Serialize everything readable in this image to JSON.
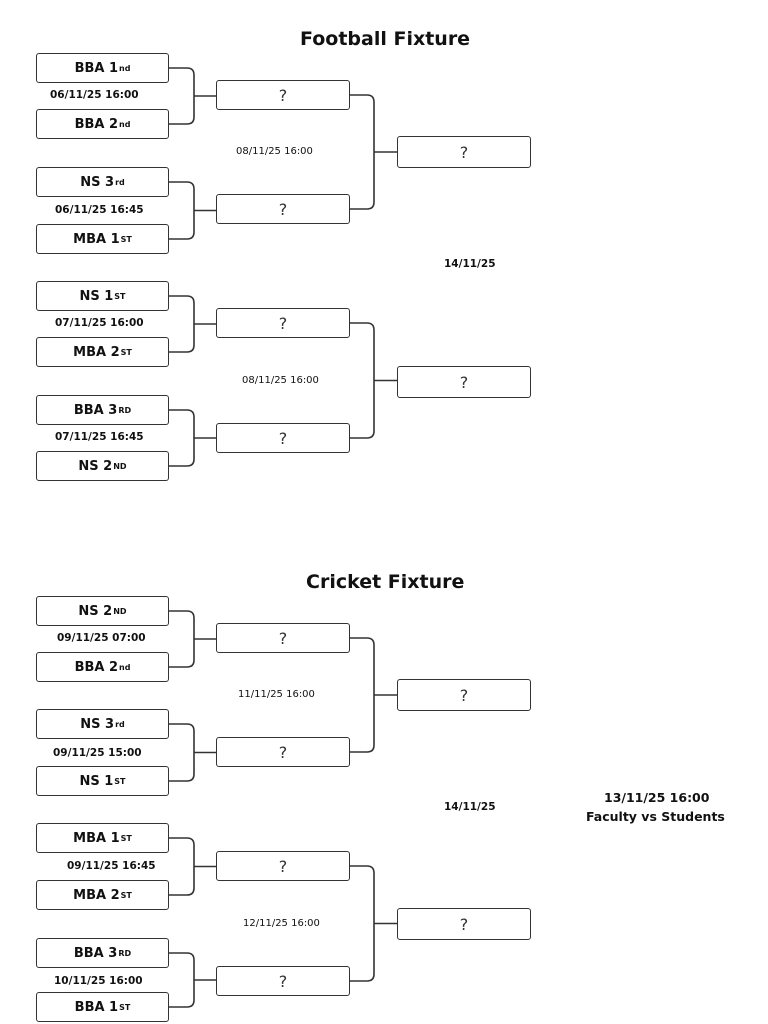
{
  "brackets": [
    {
      "title": "Football Fixture",
      "teams": [
        {
          "name": "BBA 1",
          "sup": "nd"
        },
        {
          "name": "BBA 2",
          "sup": "nd"
        },
        {
          "name": "NS 3",
          "sup": "rd"
        },
        {
          "name": "MBA  1",
          "sup": "ST"
        },
        {
          "name": "NS 1",
          "sup": "ST"
        },
        {
          "name": "MBA 2",
          "sup": "ST"
        },
        {
          "name": "BBA 3",
          "sup": "RD"
        },
        {
          "name": "NS 2",
          "sup": "ND"
        }
      ],
      "match_dates": [
        "06/11/25  16:00",
        "06/11/25  16:45",
        "07/11/25  16:00",
        "07/11/25  16:45"
      ],
      "semi_dates": [
        "08/11/25 16:00",
        "08/11/25 16:00"
      ],
      "final_date": "14/11/25",
      "placeholder": "?"
    },
    {
      "title": "Cricket Fixture",
      "teams": [
        {
          "name": "NS 2",
          "sup": "ND"
        },
        {
          "name": "BBA 2",
          "sup": "nd"
        },
        {
          "name": "NS 3",
          "sup": "rd"
        },
        {
          "name": "NS  1",
          "sup": "ST"
        },
        {
          "name": "MBA 1",
          "sup": "ST"
        },
        {
          "name": "MBA 2",
          "sup": "ST"
        },
        {
          "name": "BBA 3",
          "sup": "RD"
        },
        {
          "name": "BBA 1",
          "sup": "ST"
        }
      ],
      "match_dates": [
        "09/11/25  07:00",
        "09/11/25  15:00",
        "09/11/25  16:45",
        "10/11/25  16:00"
      ],
      "semi_dates": [
        "11/11/25 16:00",
        "12/11/25 16:00"
      ],
      "final_date": "14/11/25",
      "placeholder": "?"
    }
  ],
  "special_match": {
    "date": "13/11/25  16:00",
    "title": "Faculty vs Students"
  }
}
